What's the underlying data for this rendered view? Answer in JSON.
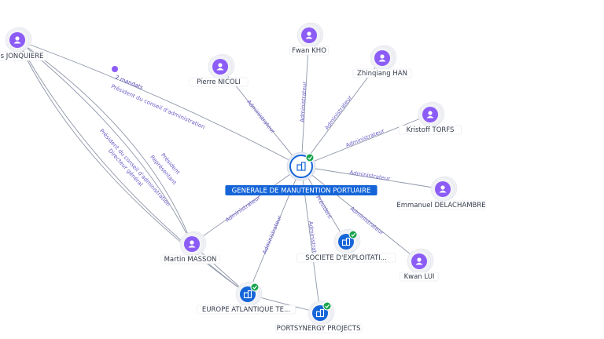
{
  "colors": {
    "person": "#8b5cf6",
    "company": "#1565d8",
    "verified": "#16a34a",
    "edge": "#8e96a8",
    "edge_label": "#6b5fc7"
  },
  "center": {
    "id": "gmp",
    "label": "GENERALE DE MANUTENTION PORTUAIRE",
    "icon": "building-icon"
  },
  "people": [
    {
      "id": "jonquiere",
      "label": "s JONQUIERE",
      "icon": "person-icon"
    },
    {
      "id": "fwan_kho",
      "label": "Fwan KHO",
      "icon": "person-icon"
    },
    {
      "id": "pierre_nicoli",
      "label": "Pierre NICOLI",
      "icon": "person-icon"
    },
    {
      "id": "zhinqiang_han",
      "label": "Zhinqiang HAN",
      "icon": "person-icon"
    },
    {
      "id": "kristoff_torfs",
      "label": "Kristoff TORFS",
      "icon": "person-icon"
    },
    {
      "id": "emmanuel_delachambre",
      "label": "Emmanuel DELACHAMBRE",
      "icon": "person-icon"
    },
    {
      "id": "kwan_lui",
      "label": "Kwan LUI",
      "icon": "person-icon"
    },
    {
      "id": "martin_masson",
      "label": "Martin MASSON",
      "icon": "person-icon"
    }
  ],
  "companies": [
    {
      "id": "societe_exploitation",
      "label": "SOCIETE D'EXPLOITATI...",
      "icon": "building-icon",
      "verified": true
    },
    {
      "id": "europe_atlantique",
      "label": "EUROPE ATLANTIQUE TE...",
      "icon": "building-icon",
      "verified": true
    },
    {
      "id": "portsynergy",
      "label": "PORTSYNERGY PROJECTS",
      "icon": "building-icon",
      "verified": true
    }
  ],
  "mandates_badge": {
    "label": "2 mandats"
  },
  "edges": [
    {
      "from": "jonquiere",
      "to": "gmp",
      "label": "Président du conseil d'administration"
    },
    {
      "from": "jonquiere",
      "to": "europe_atlantique",
      "label": "Président du conseil d'administration"
    },
    {
      "from": "jonquiere",
      "to": "europe_atlantique",
      "label": "Directeur général"
    },
    {
      "from": "jonquiere",
      "to": "martin_masson",
      "label": "Président"
    },
    {
      "from": "jonquiere",
      "to": "martin_masson",
      "label": "Représentant"
    },
    {
      "from": "pierre_nicoli",
      "to": "gmp",
      "label": "Administrateur"
    },
    {
      "from": "fwan_kho",
      "to": "gmp",
      "label": "Administrateur"
    },
    {
      "from": "zhinqiang_han",
      "to": "gmp",
      "label": "Administrateur"
    },
    {
      "from": "kristoff_torfs",
      "to": "gmp",
      "label": "Administrateur"
    },
    {
      "from": "emmanuel_delachambre",
      "to": "gmp",
      "label": "Administrateur"
    },
    {
      "from": "kwan_lui",
      "to": "gmp",
      "label": "Administrateur"
    },
    {
      "from": "martin_masson",
      "to": "gmp",
      "label": "Administrateur"
    },
    {
      "from": "societe_exploitation",
      "to": "gmp",
      "label": "Président"
    },
    {
      "from": "europe_atlantique",
      "to": "gmp",
      "label": "Administrateur"
    },
    {
      "from": "portsynergy",
      "to": "gmp",
      "label": "Administrateur"
    },
    {
      "from": "martin_masson",
      "to": "europe_atlantique",
      "label": ""
    },
    {
      "from": "europe_atlantique",
      "to": "portsynergy",
      "label": ""
    }
  ]
}
